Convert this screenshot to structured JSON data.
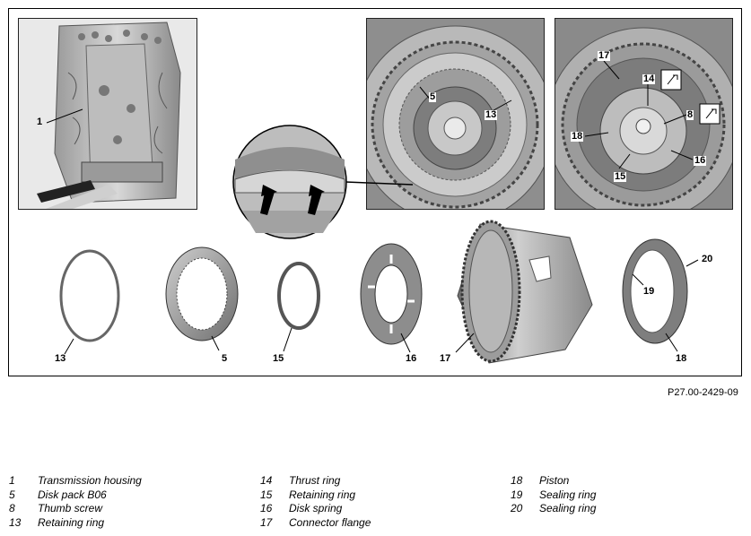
{
  "figure_ref": "P27.00-2429-09",
  "callouts": {
    "photo1": [
      "1"
    ],
    "photo2": [
      "5",
      "13"
    ],
    "photo3": [
      "17",
      "14",
      "8",
      "18",
      "16",
      "15"
    ]
  },
  "parts_row": [
    "13",
    "5",
    "15",
    "16",
    "17",
    "19",
    "20",
    "18"
  ],
  "legend": {
    "col1": [
      {
        "num": "1",
        "text": "Transmission housing"
      },
      {
        "num": "5",
        "text": "Disk pack B06"
      },
      {
        "num": "8",
        "text": "Thumb screw"
      },
      {
        "num": "13",
        "text": "Retaining ring"
      }
    ],
    "col2": [
      {
        "num": "14",
        "text": "Thrust ring"
      },
      {
        "num": "15",
        "text": "Retaining ring"
      },
      {
        "num": "16",
        "text": "Disk spring"
      },
      {
        "num": "17",
        "text": "Connector flange"
      }
    ],
    "col3": [
      {
        "num": "18",
        "text": "Piston"
      },
      {
        "num": "19",
        "text": "Sealing ring"
      },
      {
        "num": "20",
        "text": "Sealing ring"
      }
    ]
  }
}
